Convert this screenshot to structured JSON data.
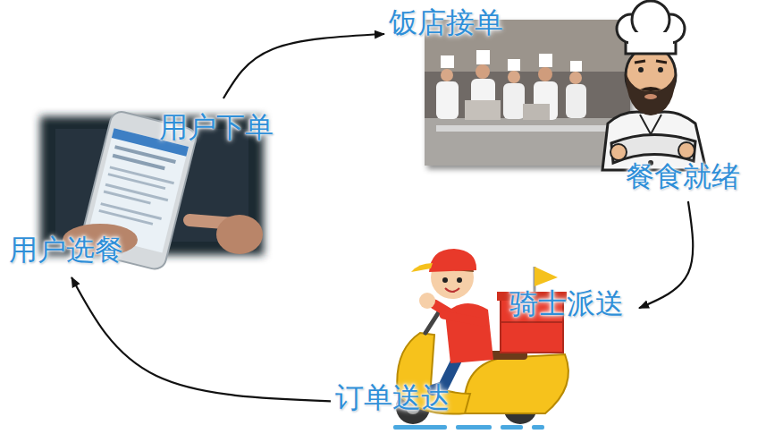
{
  "diagram": {
    "nodes": [
      {
        "text": [
          "用户下单",
          "用户选餐"
        ]
      },
      {
        "text": [
          "饭店接单",
          "餐食就绪"
        ]
      },
      {
        "text": [
          "骑士派送",
          "订单送达"
        ]
      }
    ],
    "edges": [
      {
        "from": 0,
        "to": 1,
        "arrow": "to"
      },
      {
        "from": 1,
        "to": 2,
        "arrow": "to"
      },
      {
        "from": 2,
        "to": 0,
        "arrow": "to"
      }
    ]
  }
}
